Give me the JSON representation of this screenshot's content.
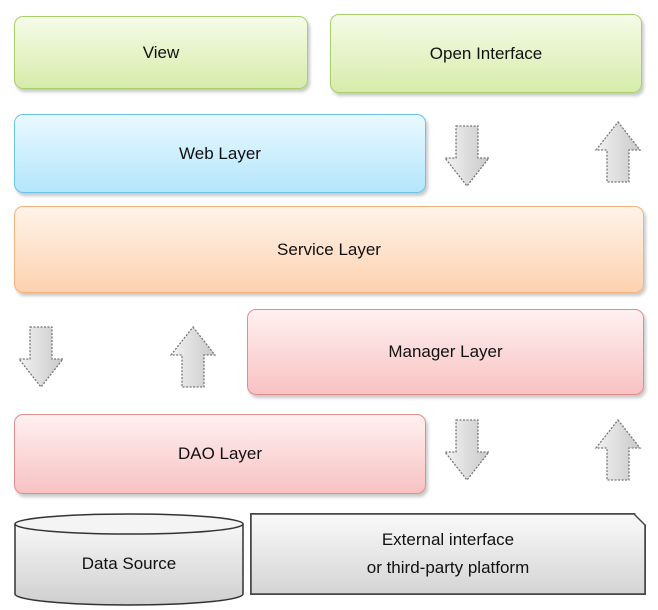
{
  "layers": {
    "view": "View",
    "open_interface": "Open Interface",
    "web": "Web Layer",
    "service": "Service Layer",
    "manager": "Manager Layer",
    "dao": "DAO Layer",
    "data_source": "Data Source",
    "external_line1": "External interface",
    "external_line2": "or third-party platform"
  },
  "icons": {
    "down": "arrow-down-icon",
    "up": "arrow-up-icon",
    "database": "database-cylinder-icon"
  }
}
